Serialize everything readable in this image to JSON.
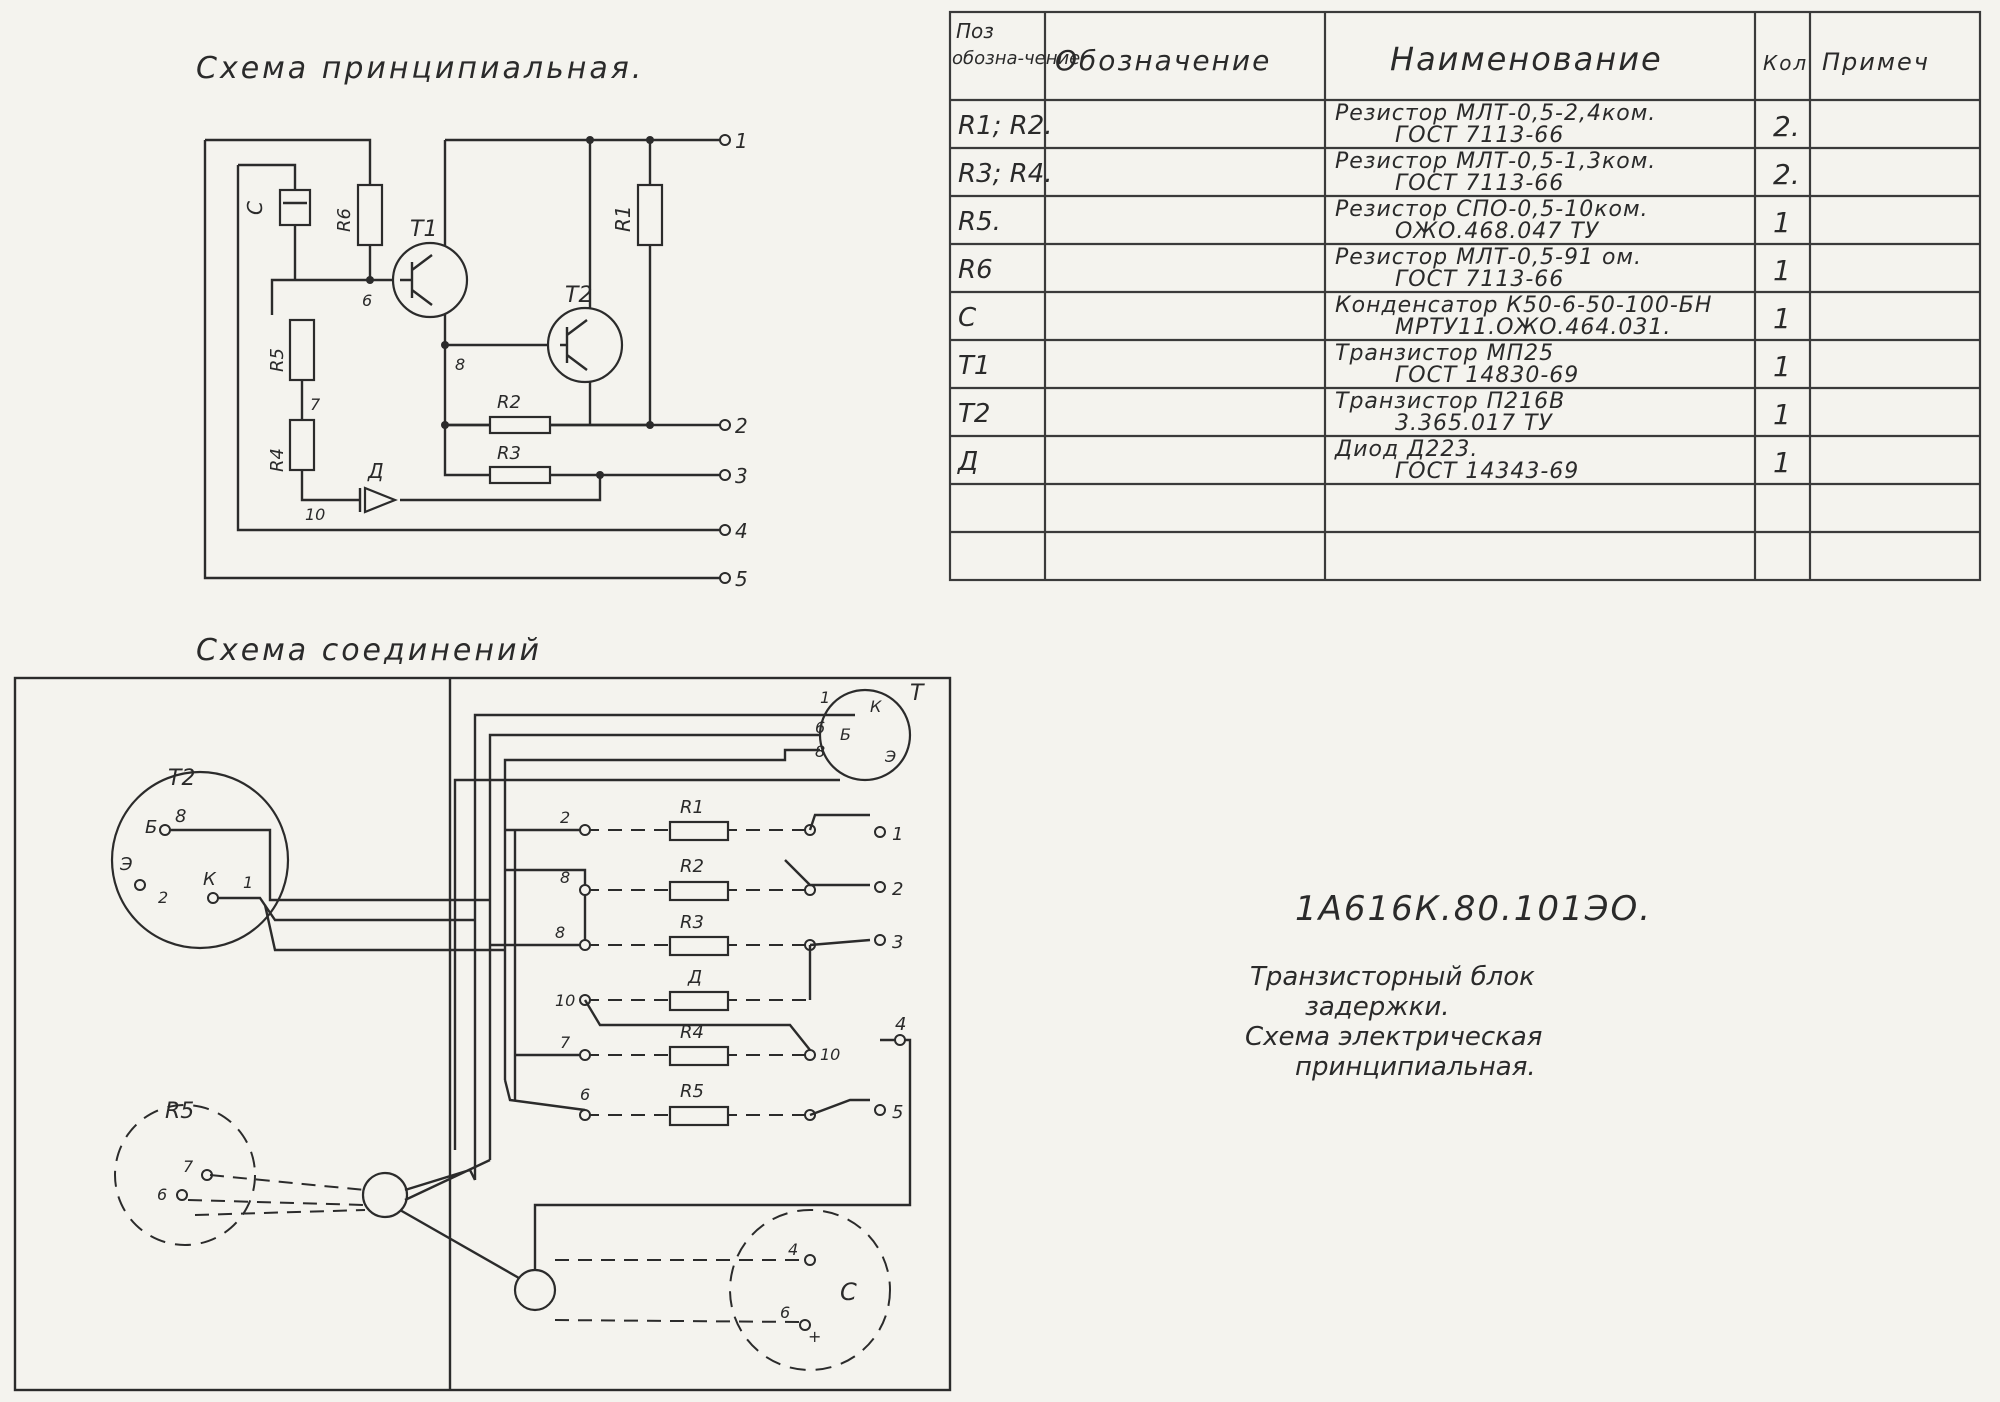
{
  "principal_title": "Схема принципиальная.",
  "connections_title": "Схема соединений",
  "principal": {
    "terminals": [
      "1",
      "2",
      "3",
      "4",
      "5"
    ],
    "components": [
      "C",
      "R6",
      "T1",
      "T2",
      "R1",
      "R5",
      "R4",
      "R2",
      "R3",
      "Д"
    ],
    "nodes": [
      "6",
      "7",
      "8",
      "10"
    ]
  },
  "connections": {
    "t2_label": "T2",
    "t2_pins": [
      "Б",
      "8",
      "Э",
      "2",
      "К",
      "1"
    ],
    "t1_label": "T",
    "t1_pins": [
      "1",
      "К",
      "6",
      "Б",
      "8",
      "Э"
    ],
    "r5_label": "R5",
    "r5_pins": [
      "7",
      "6"
    ],
    "c_label": "C",
    "c_pins": [
      "4",
      "6",
      "+"
    ],
    "rows": [
      {
        "left": "2",
        "label": "R1",
        "right": "1"
      },
      {
        "left": "8",
        "label": "R2",
        "right": "2"
      },
      {
        "left": "8",
        "label": "R3",
        "right": "3"
      },
      {
        "left": "10",
        "label": "Д",
        "right": ""
      },
      {
        "left": "7",
        "label": "R4",
        "right": "10"
      },
      {
        "left": "6",
        "label": "R5",
        "right": "5"
      }
    ],
    "extra_terminals": [
      "4"
    ]
  },
  "table": {
    "headers": [
      "Поз обозна-чение",
      "Обозначение",
      "Наименование",
      "Кол",
      "Примеч"
    ],
    "rows": [
      {
        "pos": "R1; R2.",
        "desig": "",
        "name1": "Резистор МЛТ-0,5-2,4ком.",
        "name2": "ГОСТ 7113-66",
        "qty": "2.",
        "note": ""
      },
      {
        "pos": "R3; R4.",
        "desig": "",
        "name1": "Резистор МЛТ-0,5-1,3ком.",
        "name2": "ГОСТ 7113-66",
        "qty": "2.",
        "note": ""
      },
      {
        "pos": "R5.",
        "desig": "",
        "name1": "Резистор СПО-0,5-10ком.",
        "name2": "ОЖО.468.047 ТУ",
        "qty": "1",
        "note": ""
      },
      {
        "pos": "R6",
        "desig": "",
        "name1": "Резистор МЛТ-0,5-91 ом.",
        "name2": "ГОСТ 7113-66",
        "qty": "1",
        "note": ""
      },
      {
        "pos": "C",
        "desig": "",
        "name1": "Конденсатор К50-6-50-100-БН",
        "name2": "МРТУ11.ОЖО.464.031.",
        "qty": "1",
        "note": ""
      },
      {
        "pos": "T1",
        "desig": "",
        "name1": "Транзистор МП25",
        "name2": "ГОСТ 14830-69",
        "qty": "1",
        "note": ""
      },
      {
        "pos": "T2",
        "desig": "",
        "name1": "Транзистор П216В",
        "name2": "3.365.017 ТУ",
        "qty": "1",
        "note": ""
      },
      {
        "pos": "Д",
        "desig": "",
        "name1": "Диод Д223.",
        "name2": "ГОСТ 14343-69",
        "qty": "1",
        "note": ""
      },
      {
        "pos": "",
        "desig": "",
        "name1": "",
        "name2": "",
        "qty": "",
        "note": ""
      },
      {
        "pos": "",
        "desig": "",
        "name1": "",
        "name2": "",
        "qty": "",
        "note": ""
      }
    ]
  },
  "stamp": {
    "code": "1А616К.80.101ЭО.",
    "line1": "Транзисторный блок",
    "line2": "задержки.",
    "line3": "Схема электрическая",
    "line4": "принципиальная."
  }
}
